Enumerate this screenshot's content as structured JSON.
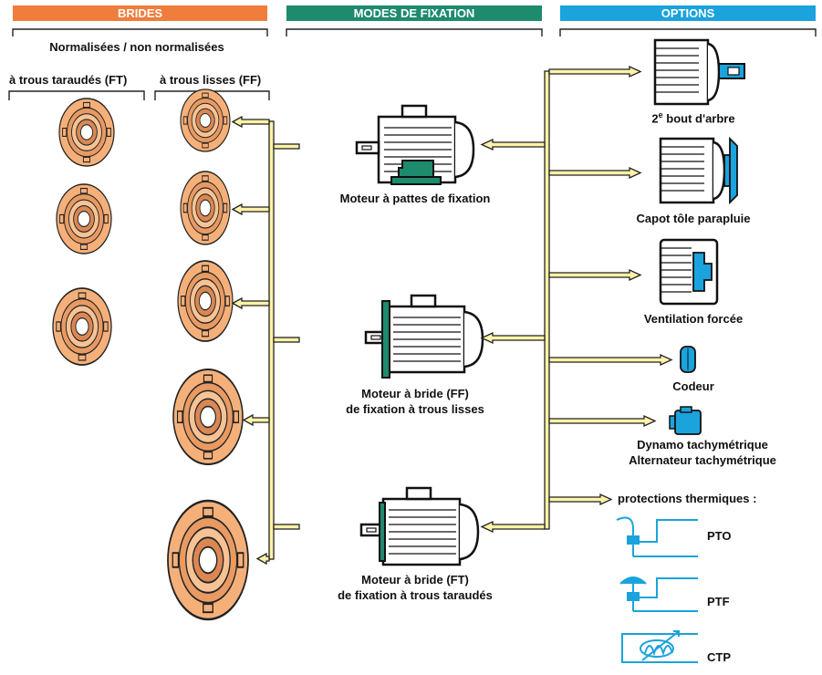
{
  "headers": {
    "brides": "BRIDES",
    "modes": "MODES DE FIXATION",
    "options": "OPTIONS"
  },
  "brides": {
    "subtitle": "Normalisées / non normalisées",
    "col_ft": "à trous taraudés (FT)",
    "col_ff": "à trous lisses (FF)"
  },
  "modes": {
    "pattes": "Moteur à pattes de fixation",
    "ff_line1": "Moteur à bride (FF)",
    "ff_line2": "de fixation à trous lisses",
    "ft_line1": "Moteur à bride (FT)",
    "ft_line2": "de fixation à trous taraudés"
  },
  "options": {
    "bout_arbre_num": "2",
    "bout_arbre_sup": "e",
    "bout_arbre_rest": " bout d'arbre",
    "capot": "Capot tôle parapluie",
    "ventilation": "Ventilation forcée",
    "codeur": "Codeur",
    "dynamo": "Dynamo tachymétrique",
    "alternateur": "Alternateur tachymétrique",
    "protections": "protections thermiques :",
    "pto": "PTO",
    "ptf": "PTF",
    "ctp": "CTP"
  },
  "colors": {
    "brides_header": "#F07D3C",
    "modes_header": "#1E8A6E",
    "options_header": "#1AA3DC",
    "flange_fill": "#F5B07A",
    "arrow_fill": "#FFF3A8",
    "accent_blue": "#1AA3DC",
    "accent_green": "#1E8A6E"
  }
}
